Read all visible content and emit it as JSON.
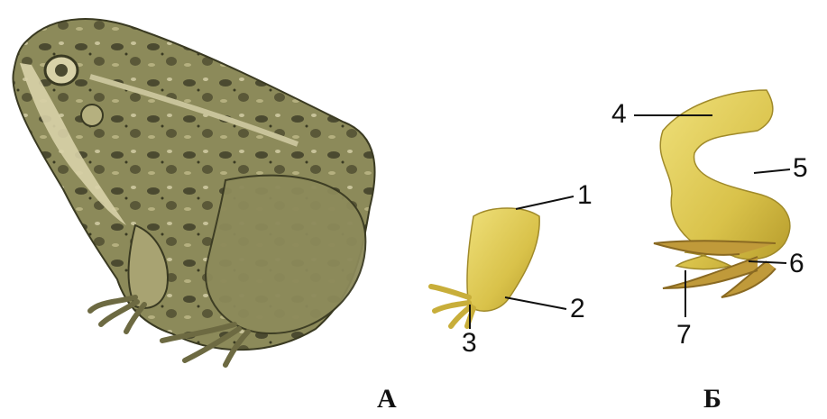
{
  "labels": {
    "n1": "1",
    "n2": "2",
    "n3": "3",
    "n4": "4",
    "n5": "5",
    "n6": "6",
    "n7": "7"
  },
  "panels": {
    "a": "А",
    "b": "Б"
  },
  "colors": {
    "limb_fill": "#d9c24a",
    "limb_light": "#efe07a",
    "limb_shadow": "#b59a2a",
    "frog_dark": "#4b4a30",
    "frog_mid": "#8c8a5a",
    "frog_light": "#c8c39a",
    "frog_belly": "#d8d2a8",
    "line": "#111111"
  }
}
